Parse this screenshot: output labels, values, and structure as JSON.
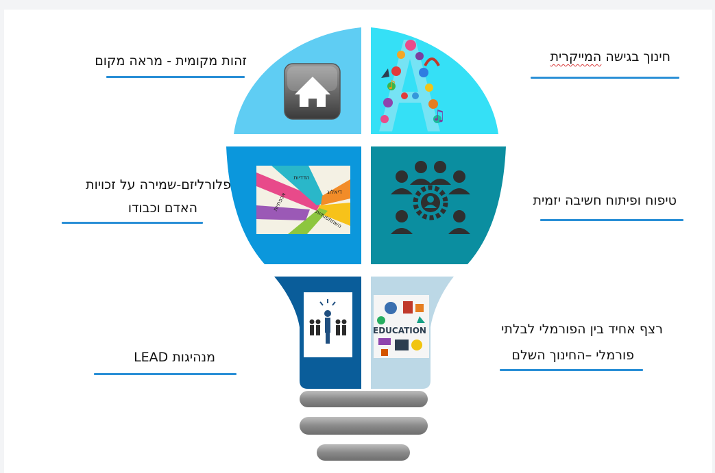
{
  "labels": {
    "top_left": "זהות מקומית - מראה מקום",
    "top_right_plain": "חינוך בגישה ",
    "top_right_wavy": "המייקרית",
    "mid_left_1": "פלורליזם-שמירה על זכויות",
    "mid_left_2": "האדם וכבודו",
    "mid_right": "טיפוח ופיתוח חשיבה יזמית",
    "low_left": "מנהיגות LEAD",
    "low_right_1": "רצף אחיד בין הפורמלי  לבלתי",
    "low_right_2": "פורמלי –החינוך השלם"
  },
  "image_text": {
    "hands_words": [
      "הדדיות",
      "דיאלוג",
      "אכפתיות",
      "השתתפותיות"
    ],
    "education_word": "EDUCATION"
  },
  "colors": {
    "sky": "#5fcdf3",
    "cyan": "#35e0f6",
    "blue": "#0b97dc",
    "teal": "#0b8ea0",
    "navy": "#0a5d9a",
    "pale": "#bcd8e6",
    "accent_line": "#2a8fd6"
  }
}
